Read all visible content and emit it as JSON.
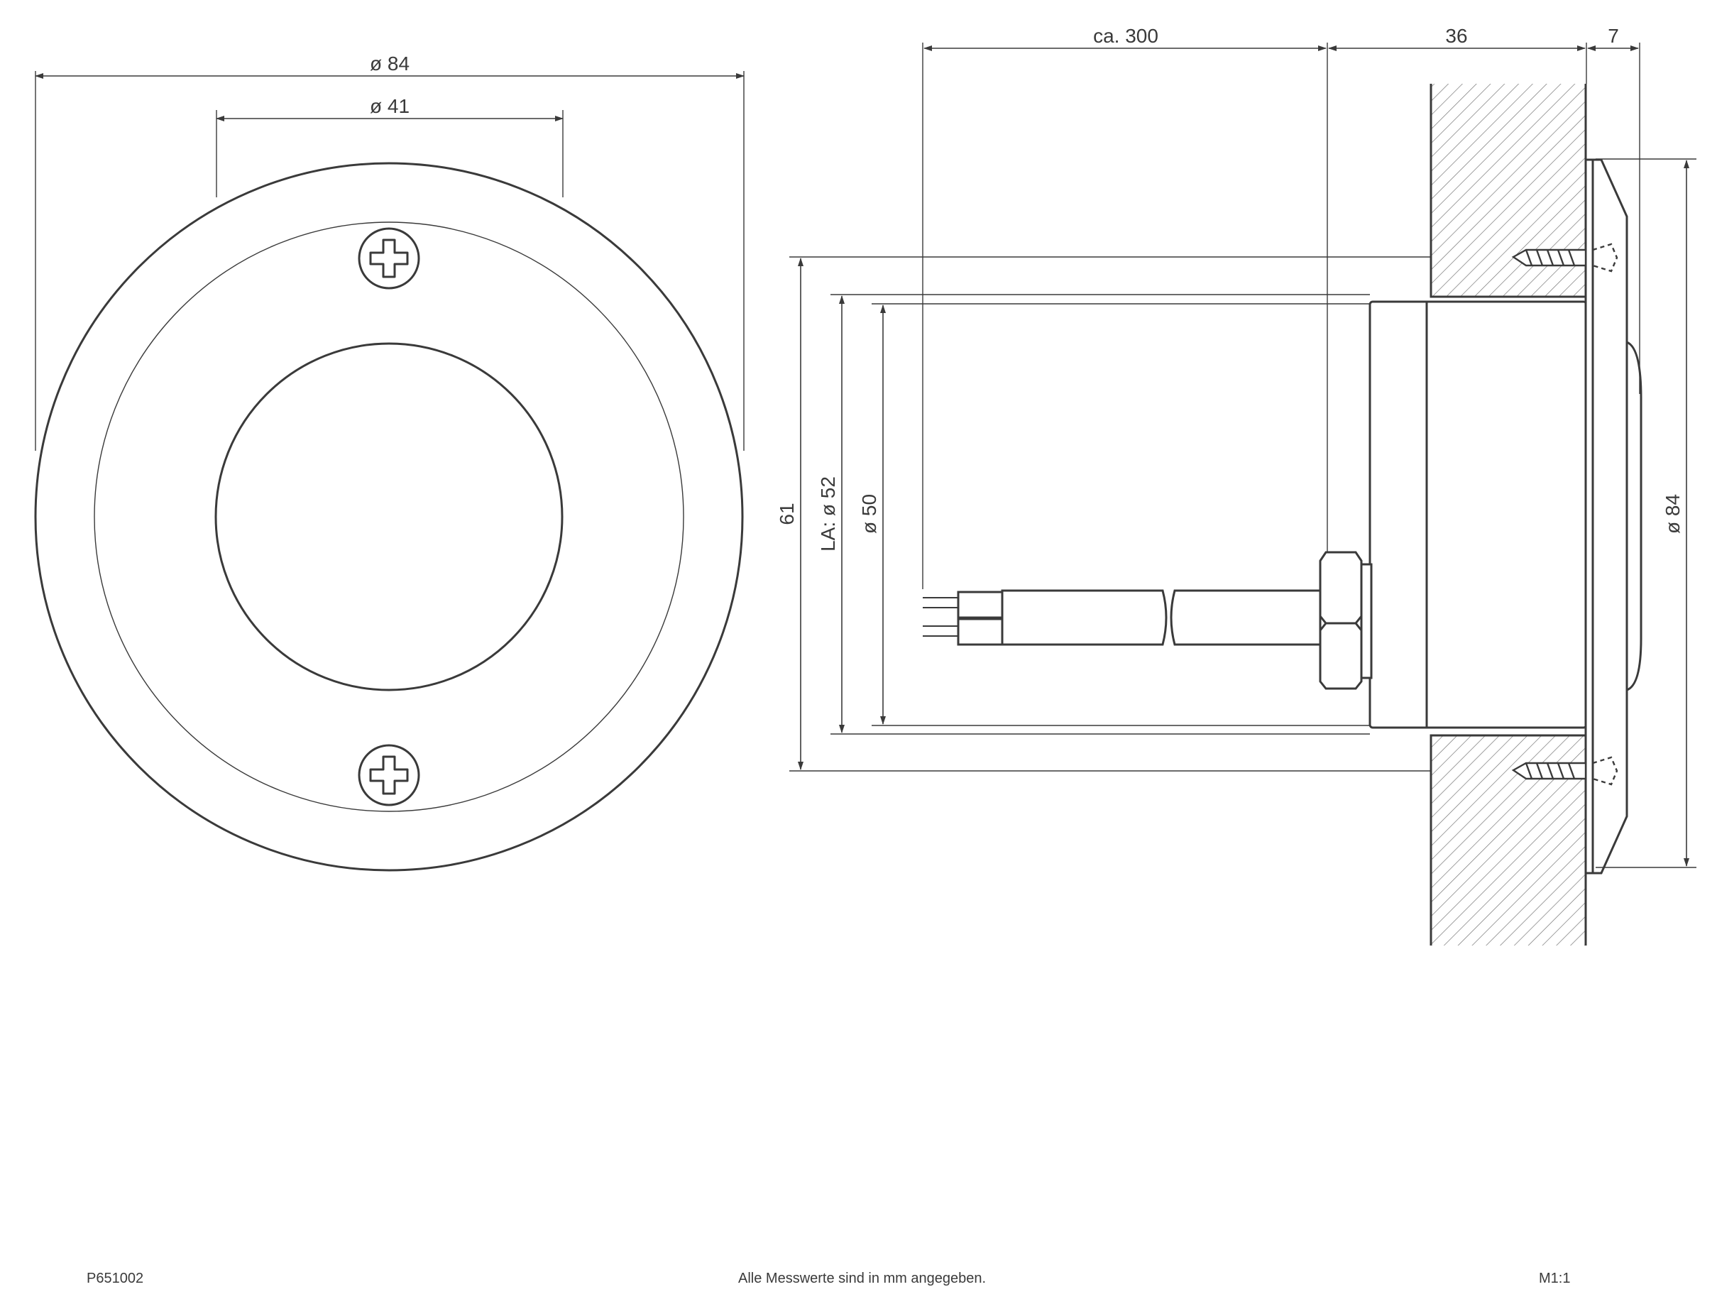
{
  "dimensions": {
    "front_outer_diameter": "ø 84",
    "front_inner_diameter": "ø 41",
    "cable_length": "ca. 300",
    "body_depth": "36",
    "bezel_depth": "7",
    "height_61": "61",
    "cutout": "LA: ø 52",
    "body_diameter": "ø 50",
    "bezel_diameter": "ø 84"
  },
  "footer": {
    "article_number": "P651002",
    "note": "Alle Messwerte sind in mm angegeben.",
    "scale": "M1:1"
  }
}
